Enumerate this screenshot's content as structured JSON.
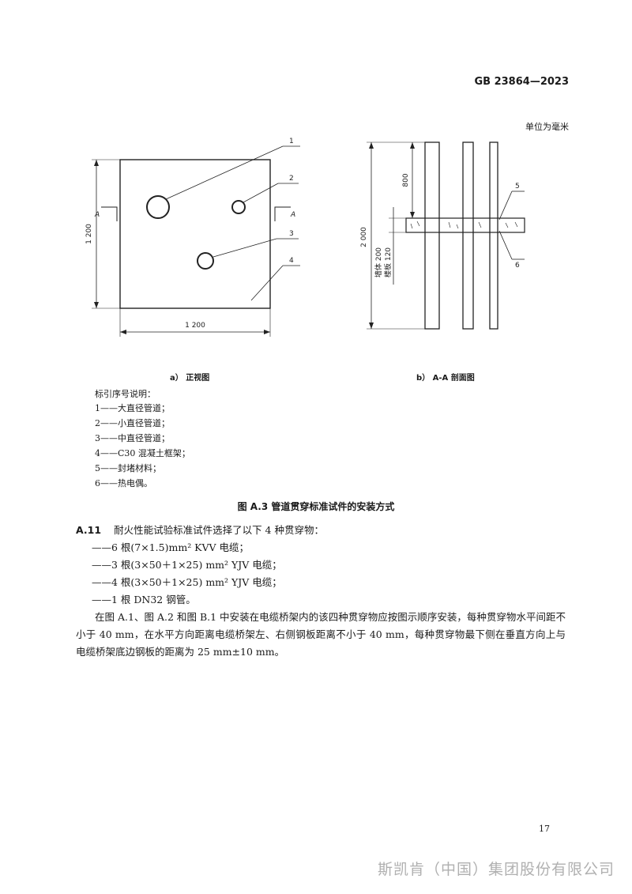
{
  "header": {
    "standard_no": "GB 23864—2023"
  },
  "figure": {
    "unit_note": "单位为毫米",
    "front_view": {
      "width_dim": "1 200",
      "height_dim": "1 200",
      "section_mark": "A",
      "callouts": [
        "1",
        "2",
        "3",
        "4"
      ]
    },
    "section_view": {
      "height_dim": "2 000",
      "top_dim": "800",
      "wall_label": "墙体 200",
      "floor_label": "楼板 120",
      "callouts": [
        "5",
        "6"
      ]
    },
    "caption_a": "a）  正视图",
    "caption_b": "b）  A-A 剖面图",
    "legend_title": "标引序号说明：",
    "legend": [
      "1——大直径管道；",
      "2——小直径管道；",
      "3——中直径管道；",
      "4——C30 混凝土框架；",
      "5——封堵材料；",
      "6——热电偶。"
    ],
    "title": "图 A.3   管道贯穿标准试件的安装方式"
  },
  "clause": {
    "number": "A.11",
    "intro": "耐火性能试验标准试件选择了以下 4 种贯穿物：",
    "items": [
      "——6 根(7×1.5)mm² KVV 电缆；",
      "——3 根(3×50＋1×25) mm² YJV 电缆；",
      "——4 根(3×50＋1×25) mm² YJV 电缆；",
      "——1 根 DN32 钢管。"
    ],
    "paragraph": "在图 A.1、图 A.2 和图 B.1 中安装在电缆桥架内的该四种贯穿物应按图示顺序安装，每种贯穿物水平间距不小于 40 mm，在水平方向距离电缆桥架左、右侧钢板距离不小于 40 mm，每种贯穿物最下侧在垂直方向上与电缆桥架底边钢板的距离为 25 mm±10 mm。"
  },
  "footer": {
    "page_number": "17",
    "watermark": "斯凯肯（中国）集团股份有限公司"
  }
}
